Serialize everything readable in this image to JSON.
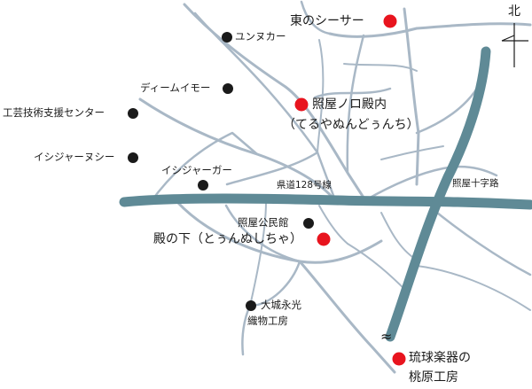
{
  "map": {
    "colors": {
      "road": "#a9b8c6",
      "main_road": "#5f8a96",
      "marker_main": "#e8141e",
      "marker_sub": "#1a1a1a"
    },
    "compass": {
      "label": "北"
    },
    "roads": {
      "prefectural": "県道128号線",
      "crossroad": "照屋十字路"
    },
    "places": [
      {
        "name": "東のシーサー",
        "marker": "red"
      },
      {
        "name": "ユンヌカー",
        "marker": "black"
      },
      {
        "name": "ディームイモー",
        "marker": "black"
      },
      {
        "name": "照屋ノロ殿内",
        "reading": "（てるやぬんどぅんち）",
        "marker": "red"
      },
      {
        "name": "工芸技術支援センター",
        "marker": "black"
      },
      {
        "name": "イシジャーヌシー",
        "marker": "black"
      },
      {
        "name": "イシジャーガー",
        "marker": "black"
      },
      {
        "name": "照屋公民館",
        "marker": "black"
      },
      {
        "name": "殿の下（とぅんぬしちゃ）",
        "marker": "red"
      },
      {
        "name": "大城永光",
        "name_line2": "織物工房",
        "marker": "black"
      },
      {
        "name": "琉球楽器の",
        "name_line2": "桃原工房",
        "marker": "red"
      }
    ],
    "break_symbol": "≈"
  }
}
